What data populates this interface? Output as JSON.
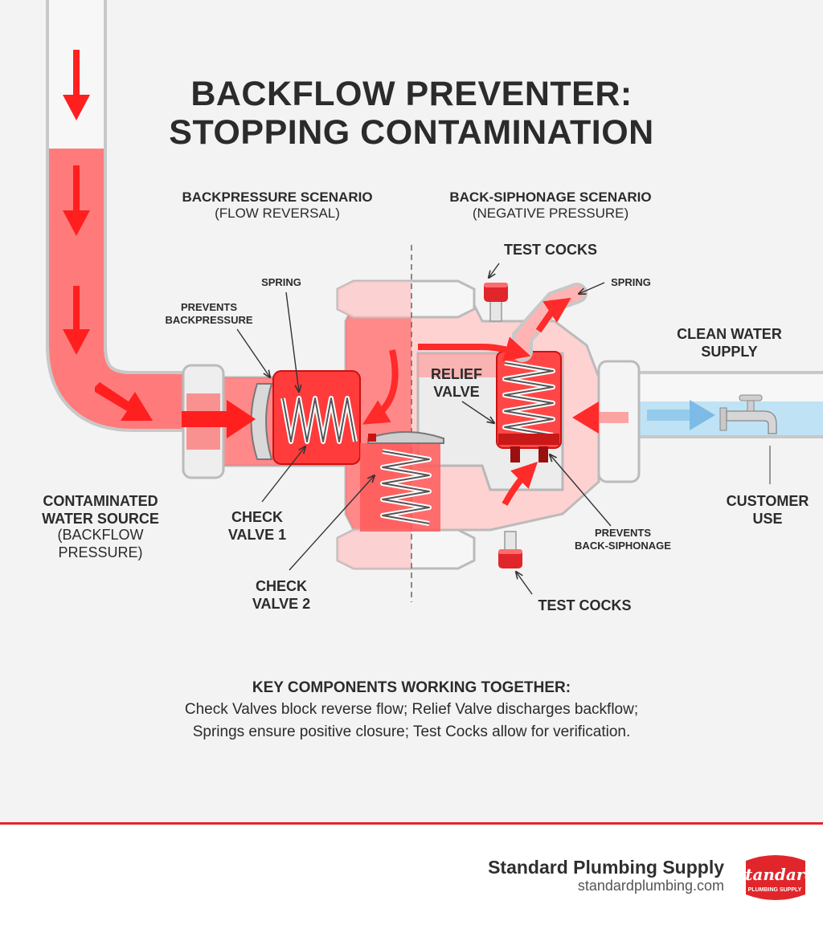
{
  "title": {
    "line1": "BACKFLOW PREVENTER:",
    "line2": "STOPPING CONTAMINATION"
  },
  "scenarios": {
    "backpressure": {
      "title": "BACKPRESSURE SCENARIO",
      "subtitle": "(FLOW REVERSAL)"
    },
    "backsiphonage": {
      "title": "BACK-SIPHONAGE SCENARIO",
      "subtitle": "(NEGATIVE PRESSURE)"
    }
  },
  "labels": {
    "spring_left": "SPRING",
    "prevents_backpressure": [
      "PREVENTS",
      "BACKPRESSURE"
    ],
    "test_cocks_top": "TEST COCKS",
    "spring_right": "SPRING",
    "clean_water": [
      "CLEAN WATER",
      "SUPPLY"
    ],
    "relief_valve": [
      "RELIEF",
      "VALVE"
    ],
    "contaminated": [
      "CONTAMINATED",
      "WATER SOURCE"
    ],
    "contaminated_sub": [
      "(BACKFLOW",
      "PRESSURE)"
    ],
    "check_valve_1": [
      "CHECK",
      "VALVE 1"
    ],
    "check_valve_2": [
      "CHECK",
      "VALVE 2"
    ],
    "customer_use": [
      "CUSTOMER",
      "USE"
    ],
    "prevents_backsiphonage": [
      "PREVENTS",
      "BACK-SIPHONAGE"
    ],
    "test_cocks_bottom": "TEST COCKS"
  },
  "key_components": {
    "title": "KEY COMPONENTS WORKING TOGETHER:",
    "lines": [
      "Check Valves block reverse flow; Relief Valve discharges backflow;",
      "Springs ensure positive closure; Test Cocks allow for verification."
    ]
  },
  "footer": {
    "company": "Standard Plumbing Supply",
    "url": "standardplumbing.com",
    "logo_text": "Standard",
    "logo_subtext": "PLUMBING SUPPLY"
  },
  "colors": {
    "contaminated": "#ff5d5d",
    "accent_red": "#e0262b",
    "clean_water": "#bfe3f5",
    "text": "#2b2b2b"
  },
  "icons": [
    "red-flow-arrow",
    "blue-flow-arrow",
    "faucet-icon",
    "spring-icon",
    "test-cock-icon"
  ]
}
